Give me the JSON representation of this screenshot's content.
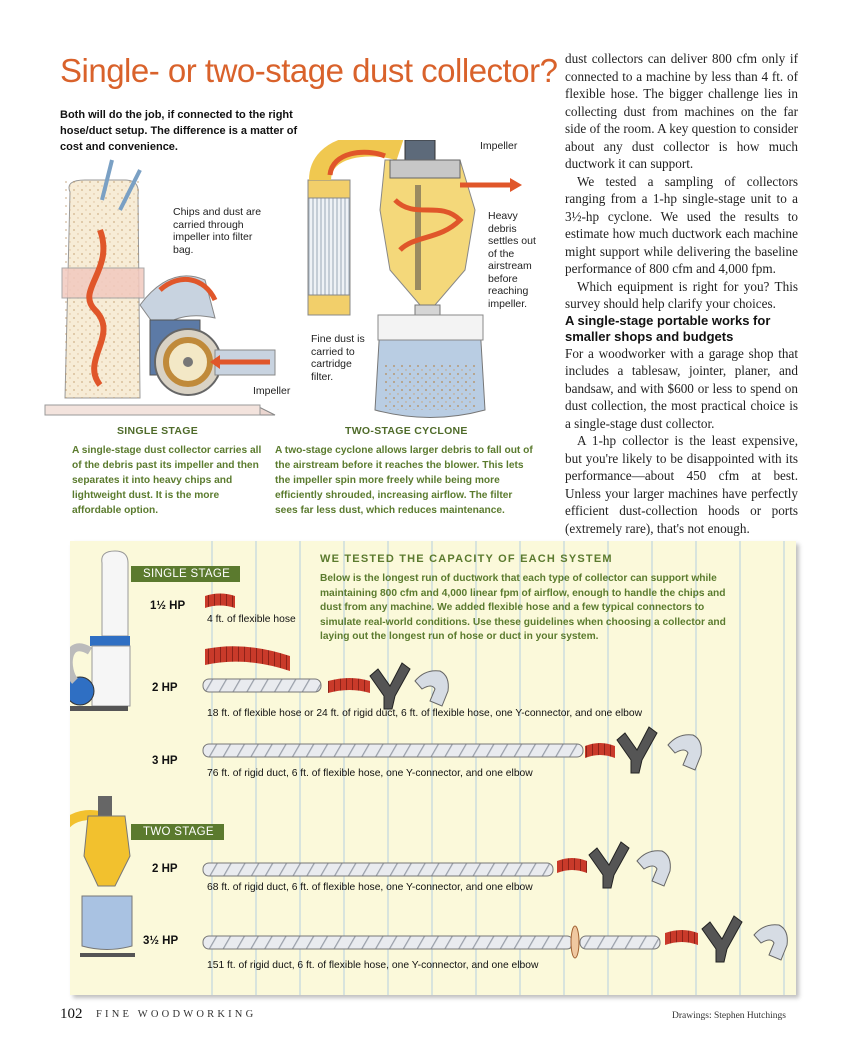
{
  "title": "Single- or two-stage dust collector?",
  "intro": "Both will do the job, if connected to the right hose/duct setup. The difference is a matter of cost and convenience.",
  "diagram": {
    "chips_label": "Chips and dust are carried through impeller into filter bag.",
    "impeller_left": "Impeller",
    "impeller_right": "Impeller",
    "heavy_debris": "Heavy debris settles out of the airstream before reaching impeller.",
    "fine_dust": "Fine dust is carried to cartridge filter."
  },
  "single": {
    "heading": "SINGLE STAGE",
    "caption": "A single-stage dust collector carries all of the debris past its impeller and then separates it into heavy chips and lightweight dust. It is the more affordable option."
  },
  "cyclone": {
    "heading": "TWO-STAGE CYCLONE",
    "caption": "A two-stage cyclone allows larger debris to fall out of the airstream before it reaches the blower. This lets the impeller spin more freely while being more efficiently shrouded, increasing airflow. The filter sees far less dust, which reduces maintenance."
  },
  "body": {
    "p1": "dust collectors can deliver 800 cfm only if connected to a machine by less than 4 ft. of flexible hose. The bigger challenge lies in collecting dust from machines on the far side of the room. A key question to consider about any dust collector is how much ductwork it can support.",
    "p2": "We tested a sampling of collectors ranging from a 1-hp single-stage unit to a 3½-hp cyclone. We used the results to estimate how much ductwork each machine might support while delivering the baseline performance of 800 cfm and 4,000 fpm.",
    "p3": "Which equipment is right for you? This survey should help clarify your choices.",
    "subhead": "A single-stage portable works for smaller shops and budgets",
    "p4": "For a woodworker with a garage shop that includes a tablesaw, jointer, planer, and bandsaw, and with $600 or less to spend on dust collection, the most practical choice is a single-stage dust collector.",
    "p5": "A 1-hp collector is the least expensive, but you're likely to be disappointed with its performance—about 450 cfm at best. Unless your larger machines have perfectly efficient dust-collection hoods or ports (extremely rare), that's not enough."
  },
  "panel": {
    "heading": "WE TESTED THE CAPACITY OF EACH SYSTEM",
    "text": "Below is the longest run of ductwork that each type of collector can support while maintaining 800 cfm and 4,000 linear fpm of airflow, enough to handle the chips and dust from any machine. We added flexible hose and a few typical connectors to simulate real-world conditions. Use these guidelines when choosing a collector and laying out the longest run of hose or duct in your system.",
    "single_tag": "SINGLE STAGE",
    "two_tag": "TWO STAGE",
    "rows": [
      {
        "hp": "1½ HP",
        "text": "4 ft. of flexible hose"
      },
      {
        "hp": "2 HP",
        "text": "18 ft. of flexible hose or 24 ft. of rigid duct, 6 ft. of flexible hose, one Y-connector, and one elbow"
      },
      {
        "hp": "3 HP",
        "text": "76 ft. of rigid duct, 6 ft. of flexible hose, one Y-connector, and one elbow"
      },
      {
        "hp": "2 HP",
        "text": "68 ft. of rigid duct, 6 ft. of flexible hose, one Y-connector, and one elbow"
      },
      {
        "hp": "3½ HP",
        "text": "151 ft. of rigid duct, 6 ft. of flexible hose, one Y-connector, and one elbow"
      }
    ]
  },
  "footer": {
    "page": "102",
    "magazine": "FINE WOODWORKING",
    "credit": "Drawings: Stephen Hutchings"
  },
  "colors": {
    "title": "#d9622b",
    "green": "#5b7a2e",
    "arrow": "#e0562a",
    "panel": "#fbf9da"
  }
}
